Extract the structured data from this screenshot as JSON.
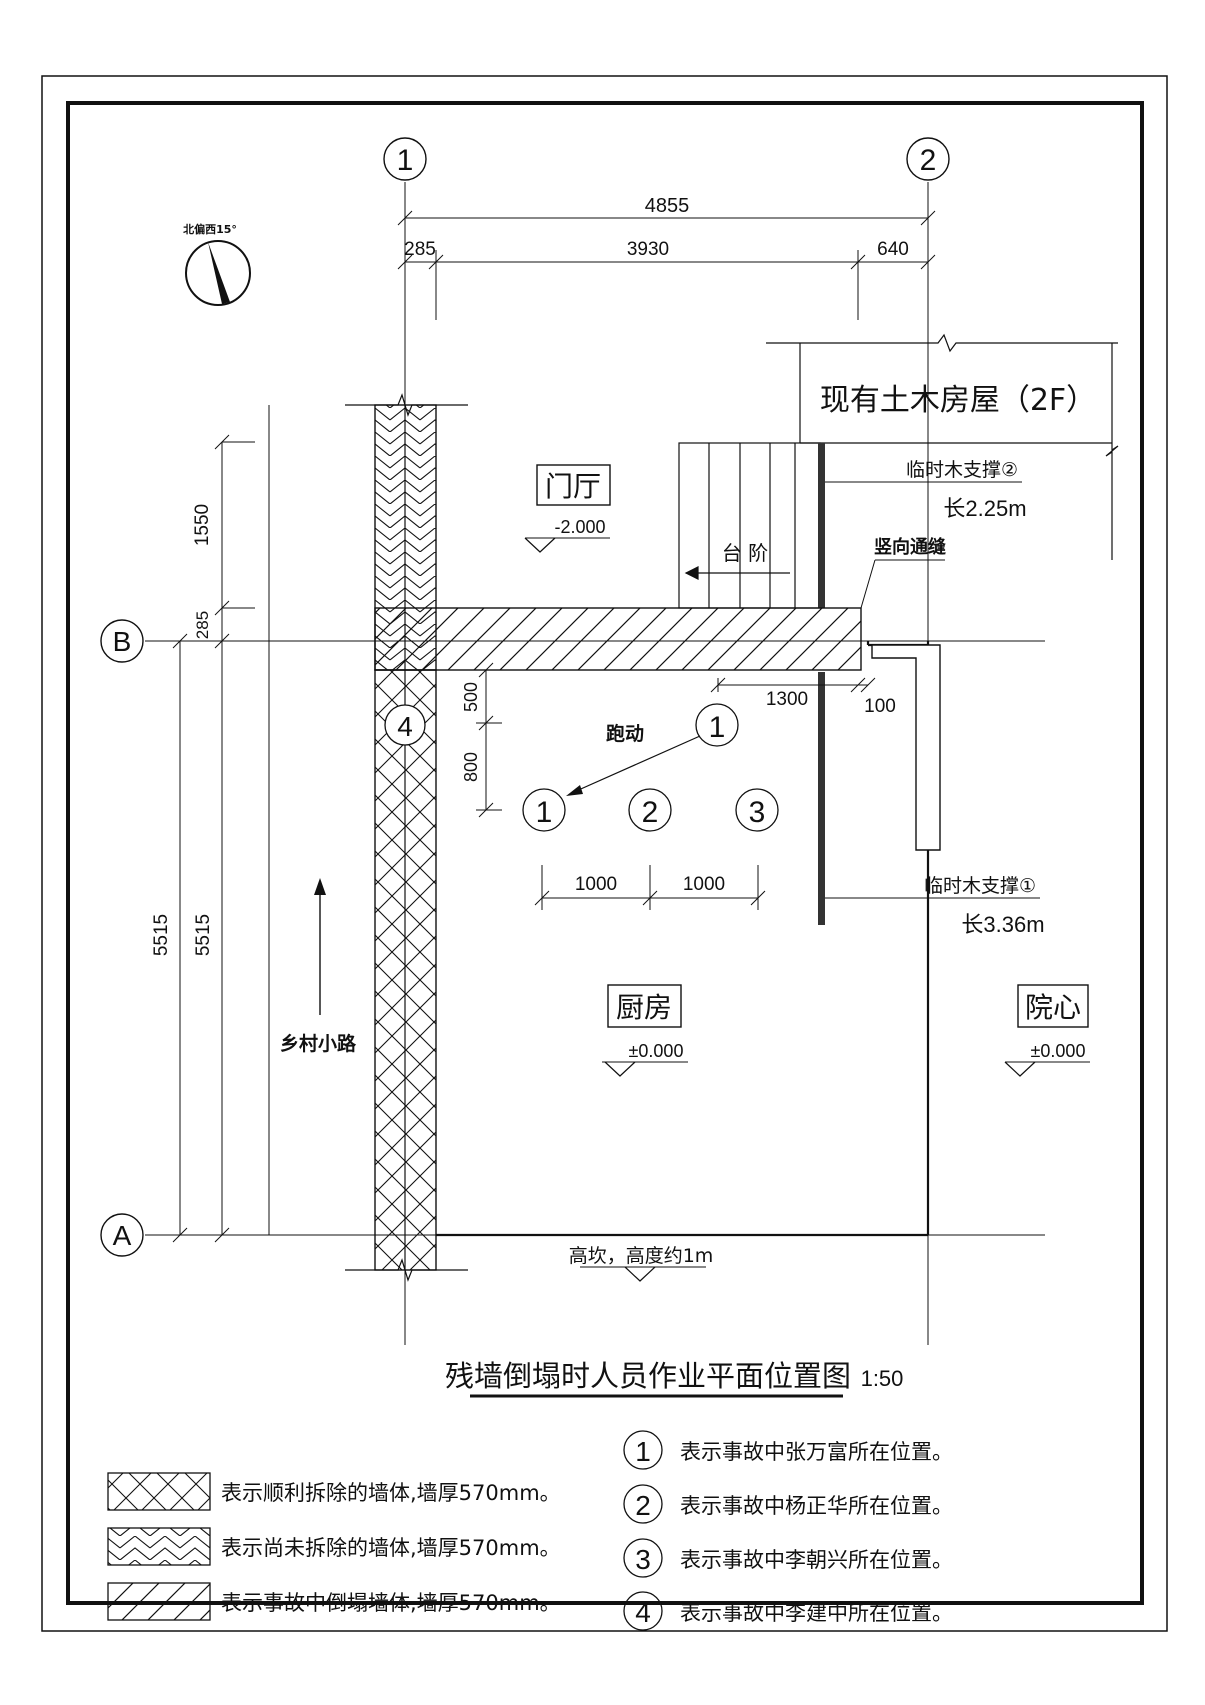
{
  "north": {
    "label": "北偏西15°"
  },
  "axes": {
    "col1": "1",
    "col2": "2",
    "rowB": "B",
    "rowA": "A"
  },
  "dims": {
    "total_width": "4855",
    "d285_top": "285",
    "d3930": "3930",
    "d640": "640",
    "d1550": "1550",
    "d285_left": "285",
    "d5515_outer": "5515",
    "d5515_inner": "5515",
    "d500": "500",
    "d800": "800",
    "d1300": "1300",
    "d100": "100",
    "d1000_a": "1000",
    "d1000_b": "1000"
  },
  "labels": {
    "existing_house": "现有土木房屋（2F）",
    "support2": "临时木支撑②",
    "support2_len": "长2.25m",
    "vertical_gap": "竖向通缝",
    "support1": "临时木支撑①",
    "support1_len": "长3.36m",
    "hall": "门厅",
    "hall_level": "-2.000",
    "steps": "台 阶",
    "run": "跑动",
    "kitchen": "厨房",
    "kitchen_level": "±0.000",
    "yard": "院心",
    "yard_level": "±0.000",
    "road": "乡村小路",
    "bank": "高坎，高度约1m"
  },
  "markers": {
    "m1_run": "1",
    "p1": "1",
    "p2": "2",
    "p3": "3",
    "p4": "4"
  },
  "title": {
    "text": "残墙倒塌时人员作业平面位置图",
    "scale": "1:50"
  },
  "legend": {
    "hatch_items": [
      "表示顺利拆除的墙体,墙厚570mm。",
      "表示尚未拆除的墙体,墙厚570mm。",
      "表示事故中倒塌墙体,墙厚570mm。"
    ],
    "person_items": [
      {
        "num": "1",
        "text": "表示事故中张万富所在位置。"
      },
      {
        "num": "2",
        "text": "表示事故中杨正华所在位置。"
      },
      {
        "num": "3",
        "text": "表示事故中李朝兴所在位置。"
      },
      {
        "num": "4",
        "text": "表示事故中李建中所在位置。"
      }
    ]
  }
}
